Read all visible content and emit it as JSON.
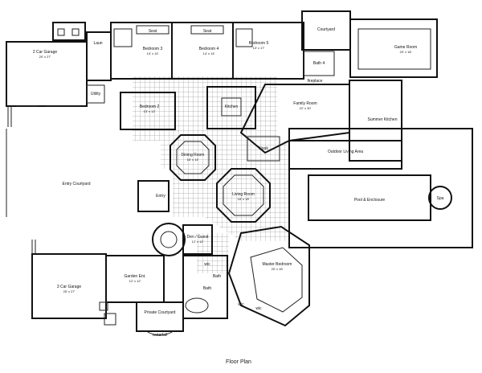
{
  "caption": "Floor Plan",
  "rooms": {
    "garage2": {
      "name": "2 Car Garage",
      "dims": "20' x 27'"
    },
    "entry_courtyard": {
      "name": "Entry Courtyard"
    },
    "bedroom2": {
      "name": "Bedroom 2",
      "dims": "13' x 12'"
    },
    "bedroom3": {
      "name": "Bedroom 3",
      "dims": "14' x 14'"
    },
    "bedroom4": {
      "name": "Bedroom 4",
      "dims": "14' x 14'"
    },
    "bedroom5": {
      "name": "Bedroom 5",
      "dims": "13' x 17'"
    },
    "courtyard_top": {
      "name": "Courtyard"
    },
    "game_room": {
      "name": "Game Room",
      "dims": "20' x 18'"
    },
    "bath4": {
      "name": "Bath 4"
    },
    "kitchen": {
      "name": "Kitchen"
    },
    "family_room": {
      "name": "Family Room",
      "dims": "22' x 30'"
    },
    "nook": {
      "name": "Nook"
    },
    "summer_kitchen": {
      "name": "Summer Kitchen"
    },
    "outdoor_living": {
      "name": "Outdoor Living Area"
    },
    "dining_room": {
      "name": "Dining Room",
      "dims": "16' x 14'"
    },
    "living_room": {
      "name": "Living Room",
      "dims": "16' x 18'"
    },
    "pool": {
      "name": "Pool & Enclosure"
    },
    "spa": {
      "name": "Spa"
    },
    "entry": {
      "name": "Entry"
    },
    "den": {
      "name": "Den / Guest",
      "dims": "12' x 12'"
    },
    "master_bedroom": {
      "name": "Master Bedroom",
      "dims": "20' x 16'"
    },
    "garage3": {
      "name": "3 Car Garage",
      "dims": "25' x 27'"
    },
    "garden_ent": {
      "name": "Garden Ent.",
      "dims": "12' x 12'"
    },
    "private_courtyard": {
      "name": "Private Courtyard"
    },
    "waterfall": {
      "name": "waterfall"
    },
    "utility": {
      "name": "Utility"
    },
    "laun": {
      "name": "Laun"
    },
    "wic1": {
      "name": "wic"
    },
    "wic2": {
      "name": "wic"
    },
    "wic3": {
      "name": "wic"
    },
    "seat1": {
      "name": "Seat"
    },
    "seat2": {
      "name": "Seat"
    },
    "bath_a": {
      "name": "Bath"
    },
    "bath_b": {
      "name": "Bath"
    },
    "fireplace": {
      "name": "fireplace"
    }
  }
}
